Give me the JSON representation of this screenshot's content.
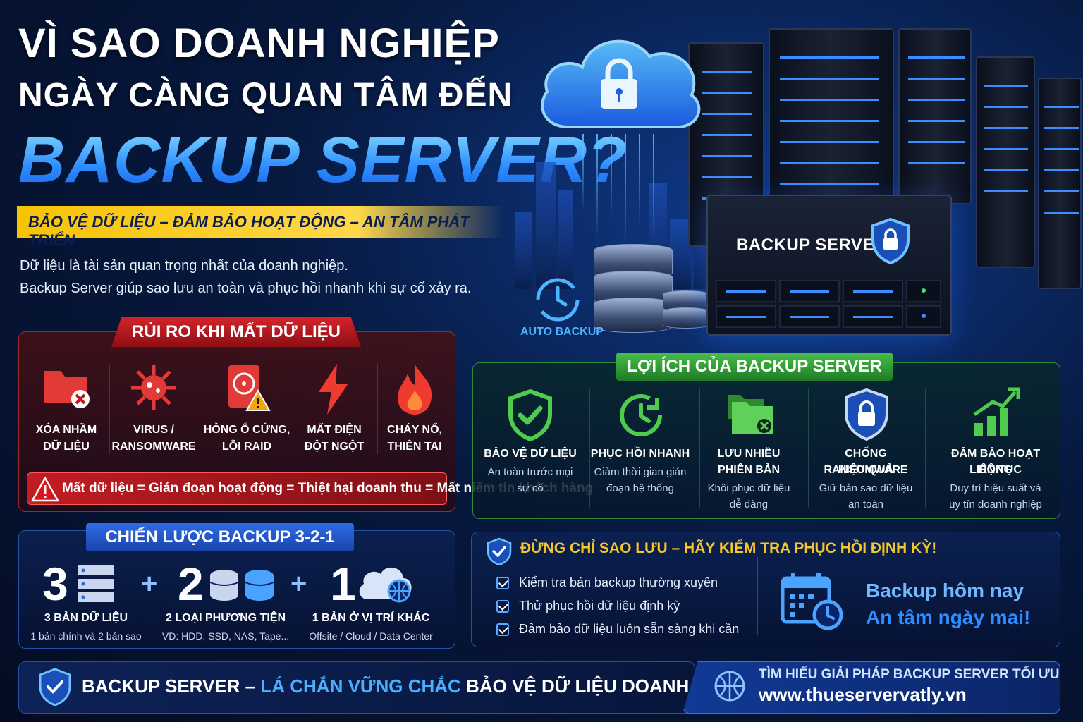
{
  "title": {
    "line1": "VÌ SAO DOANH NGHIỆP",
    "line2": "NGÀY CÀNG QUAN TÂM ĐẾN",
    "line3": "BACKUP SERVER?"
  },
  "tagline": "BẢO VỆ DỮ LIỆU – ĐẢM BẢO HOẠT ĐỘNG – AN TÂM PHÁT TRIỂN",
  "intro": [
    "Dữ liệu là tài sản quan trọng nhất của doanh nghiệp.",
    "Backup Server giúp sao lưu an toàn và phục hồi nhanh khi sự cố xảy ra."
  ],
  "hero": {
    "server_label": "BACKUP SERVER",
    "auto_backup": "AUTO BACKUP",
    "icons": [
      "cloud-lock-icon",
      "database-icon",
      "sync-clock-icon",
      "shield-lock-icon"
    ]
  },
  "risk": {
    "heading": "RỦI RO KHI MẤT DỮ LIỆU",
    "items": [
      {
        "line1": "XÓA NHẦM",
        "line2": "DỮ LIỆU",
        "icon": "folder-delete-icon"
      },
      {
        "line1": "VIRUS /",
        "line2": "RANSOMWARE",
        "icon": "virus-icon"
      },
      {
        "line1": "HỎNG Ổ CỨNG,",
        "line2": "LỖI RAID",
        "icon": "hdd-warning-icon"
      },
      {
        "line1": "MẤT ĐIỆN",
        "line2": "ĐỘT NGỘT",
        "icon": "lightning-icon"
      },
      {
        "line1": "CHÁY NỔ,",
        "line2": "THIÊN TAI",
        "icon": "fire-icon"
      }
    ],
    "warning": "Mất dữ liệu = Gián đoạn hoạt động = Thiệt hại doanh thu = Mất niềm tin khách hàng"
  },
  "benefits": {
    "heading": "LỢI ÍCH CỦA BACKUP SERVER",
    "items": [
      {
        "title": "BẢO VỆ DỮ LIỆU",
        "desc1": "An toàn trước mọi",
        "desc2": "sự cố",
        "icon": "shield-check-icon"
      },
      {
        "title": "PHỤC HỒI NHANH",
        "desc1": "Giảm thời gian gián",
        "desc2": "đoạn hệ thống",
        "icon": "clock-refresh-icon"
      },
      {
        "title": "LƯU NHIỀU",
        "title2": "PHIÊN BẢN",
        "desc1": "Khôi phục dữ liệu",
        "desc2": "dễ dàng",
        "icon": "folders-icon"
      },
      {
        "title": "CHỐNG RANSOMWARE",
        "title2": "HIỆU QUẢ",
        "desc1": "Giữ bản sao dữ liệu",
        "desc2": "an toàn",
        "icon": "shield-lock-icon"
      },
      {
        "title": "ĐẢM BẢO HOẠT ĐỘNG",
        "title2": "LIÊN TỤC",
        "desc1": "Duy trì hiệu suất và",
        "desc2": "uy tín doanh nghiệp",
        "icon": "growth-chart-icon"
      }
    ]
  },
  "strategy": {
    "heading": "CHIẾN LƯỢC BACKUP 3-2-1",
    "plus": "+",
    "items": [
      {
        "num": "3",
        "title": "3 BẢN DỮ LIỆU",
        "sub": "1 bản chính và 2 bản sao",
        "icon": "server-stack-icon"
      },
      {
        "num": "2",
        "title": "2 LOẠI PHƯƠNG TIỆN",
        "sub": "VD: HDD, SSD, NAS, Tape...",
        "icon": "disks-icon"
      },
      {
        "num": "1",
        "title": "1 BẢN Ở VỊ TRÍ KHÁC",
        "sub": "Offsite / Cloud / Data Center",
        "icon": "cloud-globe-icon"
      }
    ]
  },
  "check": {
    "heading": "ĐỪNG CHỈ SAO LƯU – HÃY KIỂM TRA PHỤC HỒI ĐỊNH KỲ!",
    "items": [
      "Kiểm tra bản backup thường xuyên",
      "Thử phục hồi dữ liệu định kỳ",
      "Đảm bảo dữ liệu luôn sẵn sàng khi cần"
    ],
    "slogan1": "Backup hôm nay",
    "slogan2": "An tâm ngày mai!"
  },
  "footer": {
    "left_a": "BACKUP SERVER –",
    "left_b": "LÁ CHẮN VỮNG CHẮC",
    "left_c": "BẢO VỆ DỮ LIỆU DOANH NGHIỆP",
    "cta": "TÌM HIỂU GIẢI PHÁP BACKUP SERVER TỐI ƯU",
    "url": "www.thueservervatly.vn"
  },
  "colors": {
    "accent_blue": "#2f8dff",
    "accent_yellow": "#f7c300",
    "risk_red": "#d3242a",
    "benefit_green": "#48c04a",
    "background": "#07193f"
  }
}
